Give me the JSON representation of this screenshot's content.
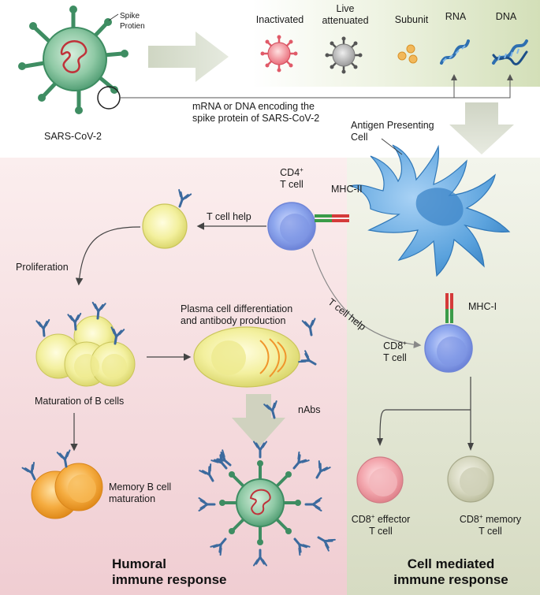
{
  "virus": {
    "name": "SARS-CoV-2",
    "spike_label": "Spike\nProtien"
  },
  "vaccines": {
    "inactivated": "Inactivated",
    "live_attenuated": "Live\nattenuated",
    "subunit": "Subunit",
    "rna": "RNA",
    "dna": "DNA"
  },
  "mrna_note": "mRNA or DNA encoding the\nspike protein of SARS-CoV-2",
  "apc": "Antigen Presenting\nCell",
  "cd4": {
    "pre": "CD4",
    "sup": "+",
    "post": "T cell"
  },
  "mhc2": "MHC-II",
  "mhc1": "MHC-I",
  "t_cell_help": "T cell help",
  "t_cell_help_diag": "T cell help",
  "proliferation": "Proliferation",
  "plasma": "Plasma cell differentiation\nand antibody production",
  "maturation": "Maturation of B cells",
  "nabs": "nAbs",
  "memory_b": "Memory B cell\nmaturation",
  "cd8": {
    "pre": "CD8",
    "sup": "+",
    "post": "T cell"
  },
  "cd8_effector": {
    "pre": "CD8",
    "sup": "+",
    "mid": " effector",
    "post": "T cell"
  },
  "cd8_memory": {
    "pre": "CD8",
    "sup": "+",
    "mid": " memory",
    "post": "T cell"
  },
  "humoral": "Humoral\nimmune response",
  "cell_mediated": "Cell mediated\nimmune response",
  "colors": {
    "humoral_bg": "#f4dadd",
    "cellmed_bg": "#e2e6d2",
    "vaccine_bg": "#dfe8cc",
    "virus_green": "#3e8d62",
    "apc_blue": "#4a93d4",
    "tcell_blue": "#8ea6ea",
    "bcell_yellow": "#f2f09a",
    "memory_orange": "#f3a83c",
    "antibody_blue": "#3c6a9e"
  }
}
